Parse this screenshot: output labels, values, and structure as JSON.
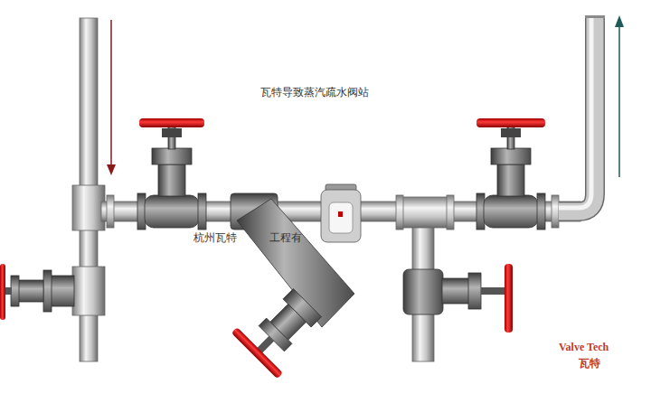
{
  "diagram": {
    "title": "瓦特导致蒸汽疏水阀站",
    "labels": [
      "杭州瓦特",
      "工程有",
      "Valve Tech",
      "瓦特"
    ]
  }
}
